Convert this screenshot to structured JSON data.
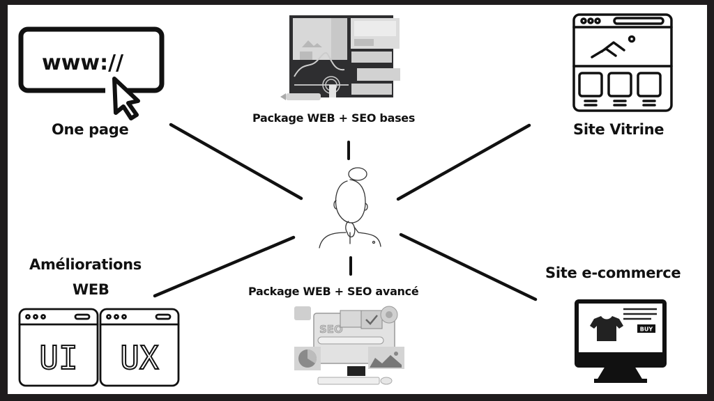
{
  "diagram": {
    "center": {
      "name": "thinking-person",
      "description": "line drawing of a woman thinking"
    },
    "nodes": [
      {
        "id": "one-page",
        "label": "One page",
        "icon": "browser-url-cursor-icon",
        "icon_text": "www://"
      },
      {
        "id": "package-web-seo-bases",
        "label": "Package WEB + SEO bases",
        "icon": "web-dashboard-illustration"
      },
      {
        "id": "site-vitrine",
        "label": "Site Vitrine",
        "icon": "website-layout-icon"
      },
      {
        "id": "ameliorations-web",
        "label_line1": "Améliorations",
        "label_line2": "WEB",
        "icon": "ui-ux-windows-icon",
        "icon_text_ui": "UI",
        "icon_text_ux": "UX"
      },
      {
        "id": "package-web-seo-avance",
        "label": "Package WEB + SEO avancé",
        "icon": "seo-computer-illustration",
        "icon_text": "SEO"
      },
      {
        "id": "site-e-commerce",
        "label": "Site e-commerce",
        "icon": "monitor-shop-icon",
        "icon_text": "BUY"
      }
    ],
    "edges": [
      {
        "from": "center",
        "to": "one-page"
      },
      {
        "from": "center",
        "to": "package-web-seo-bases"
      },
      {
        "from": "center",
        "to": "site-vitrine"
      },
      {
        "from": "center",
        "to": "ameliorations-web"
      },
      {
        "from": "center",
        "to": "package-web-seo-avance"
      },
      {
        "from": "center",
        "to": "site-e-commerce"
      }
    ],
    "colors": {
      "frame": "#1f1c1d",
      "background": "#ffffff",
      "ink": "#111111"
    }
  }
}
